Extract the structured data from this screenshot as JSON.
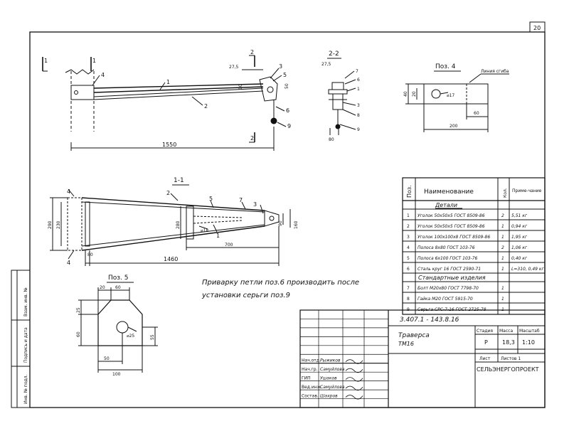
{
  "sheet": {
    "page_number": "20",
    "designation": "3.407.1 - 143.8.16",
    "item_name": "Траверса",
    "item_code": "ТМ16",
    "organization": "СЕЛЬЭНЕРГОПРОЕКТ",
    "stage_label": "Стадия",
    "stage": "Р",
    "mass_label": "Масса",
    "mass": "18,3",
    "scale_label": "Масштаб",
    "scale": "1:10",
    "sheet_label": "Лист",
    "sheets_label": "Листов 1"
  },
  "stamp_roles": [
    {
      "role": "Нач.отд.",
      "name": "Рыжиков"
    },
    {
      "role": "Нач.гр.",
      "name": "Самуйлова"
    },
    {
      "role": "ГИП",
      "name": "Ушаков"
    },
    {
      "role": "Вед.инж.",
      "name": "Самуйлова"
    },
    {
      "role": "Состав.",
      "name": "Шахров"
    }
  ],
  "left_strip": [
    "Инв. № подл.",
    "Подпись и дата",
    "Взам. инв. №"
  ],
  "views": {
    "section_22": "2-2",
    "section_11": "1-1",
    "pos4_title": "Поз. 4",
    "pos5_title": "Поз. 5",
    "cut_mark_1": "1",
    "cut_mark_2": "2"
  },
  "labels": {
    "side_length": "1550",
    "side_dim_a": "27,5",
    "side_dim_b": "10",
    "side_dim_c": "50",
    "side_callouts": [
      "4",
      "1",
      "2",
      "3",
      "5",
      "6",
      "9"
    ],
    "sec_dim_a": "27,5",
    "sec_dim_b": "80",
    "sec_callouts": [
      "7",
      "6",
      "1",
      "3",
      "8",
      "9"
    ],
    "pos4_dim_h": "40",
    "pos4_dim_h2": "20",
    "pos4_dim_w": "200",
    "pos4_dim_tab": "60",
    "pos4_hole": "⌀17",
    "pos4_weld": "Линия сгиба",
    "plan_length": "1460",
    "plan_dim_700": "700",
    "plan_dim_80": "80",
    "plan_dim_l1": "290",
    "plan_dim_l2": "230",
    "plan_dim_mid": "280",
    "plan_dim_r1": "90",
    "plan_dim_r2": "160",
    "plan_hole": "⌀18",
    "plan_callouts": [
      "4",
      "2",
      "5",
      "7",
      "3",
      "1",
      "4"
    ],
    "pos5_dim_top1": "20",
    "pos5_dim_top2": "60",
    "pos5_dim_l1": "25",
    "pos5_dim_l2": "60",
    "pos5_dim_r": "55",
    "pos5_dim_bot1": "50",
    "pos5_dim_bot2": "100",
    "pos5_hole": "⌀25"
  },
  "note_lines": [
    "Приварку петли поз.6 производить после",
    "установки серьги поз.9"
  ],
  "spec": {
    "headers": [
      "Поз.",
      "Наименование",
      "Кол.",
      "Приме-чание"
    ],
    "group_details": "Детали",
    "group_standard": "Стандартные изделия",
    "rows_details": [
      {
        "pos": "1",
        "name": "Уголок 50х50х5 ГОСТ 8509-86",
        "qty": "2",
        "note": "5,51 кг"
      },
      {
        "pos": "2",
        "name": "Уголок 50х50х5 ГОСТ 8509-86",
        "qty": "1",
        "note": "0,94 кг"
      },
      {
        "pos": "3",
        "name": "Уголок 100х100х8 ГОСТ 8509-86",
        "qty": "1",
        "note": "1,95 кг"
      },
      {
        "pos": "4",
        "name": "Полоса 8х80 ГОСТ 103-76",
        "qty": "2",
        "note": "1,06 кг"
      },
      {
        "pos": "5",
        "name": "Полоса 6х100 ГОСТ 103-76",
        "qty": "1",
        "note": "0,40 кг"
      },
      {
        "pos": "6",
        "name": "Сталь круг 16 ГОСТ 2590-71",
        "qty": "1",
        "note": "L=310, 0,49 кг"
      }
    ],
    "rows_standard": [
      {
        "pos": "7",
        "name": "Болт М20х80 ГОСТ 7798-70",
        "qty": "1",
        "note": ""
      },
      {
        "pos": "8",
        "name": "Гайка М20 ГОСТ 5915-70",
        "qty": "1",
        "note": ""
      },
      {
        "pos": "9",
        "name": "Серьга СРС-7-16 ГОСТ 2725-78",
        "qty": "1",
        "note": ""
      }
    ]
  }
}
